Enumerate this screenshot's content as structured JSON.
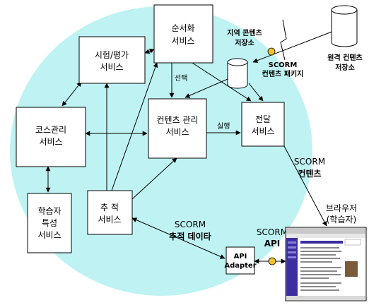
{
  "colors": {
    "cloud": "#bff3f3",
    "box_fill": "#ffffff",
    "stroke": "#000000",
    "connector": "#f2c22b",
    "browser_blue": "#3b2fa0"
  },
  "services": {
    "sequencing": [
      "순서화",
      "서비스"
    ],
    "assessment": [
      "시험/평가",
      "서비스"
    ],
    "course_mgmt": [
      "코스관리",
      "서비스"
    ],
    "content_mgmt": [
      "컨텐츠 관리",
      "서비스"
    ],
    "delivery": [
      "전달",
      "서비스"
    ],
    "tracking": [
      "추 적",
      "서비스"
    ],
    "learner_profile": [
      "학습자",
      "특성",
      "서비스"
    ]
  },
  "labels": {
    "local_repo": [
      "지역 콘텐츠",
      "저장소"
    ],
    "remote_repo": [
      "원격 컨텐츠",
      "저장소"
    ],
    "scorm_package": [
      "SCORM",
      "컨텐츠 패키지"
    ],
    "select": "선택",
    "execute": "실행",
    "scorm_content": [
      "SCORM",
      "컨텐츠"
    ],
    "browser": [
      "브라우저",
      "(학습자)"
    ],
    "scorm_tracking": [
      "SCORM",
      "추적 데이타"
    ],
    "scorm_api": [
      "SCORM",
      "API"
    ],
    "api_adapter": [
      "API",
      "Adapter"
    ]
  }
}
